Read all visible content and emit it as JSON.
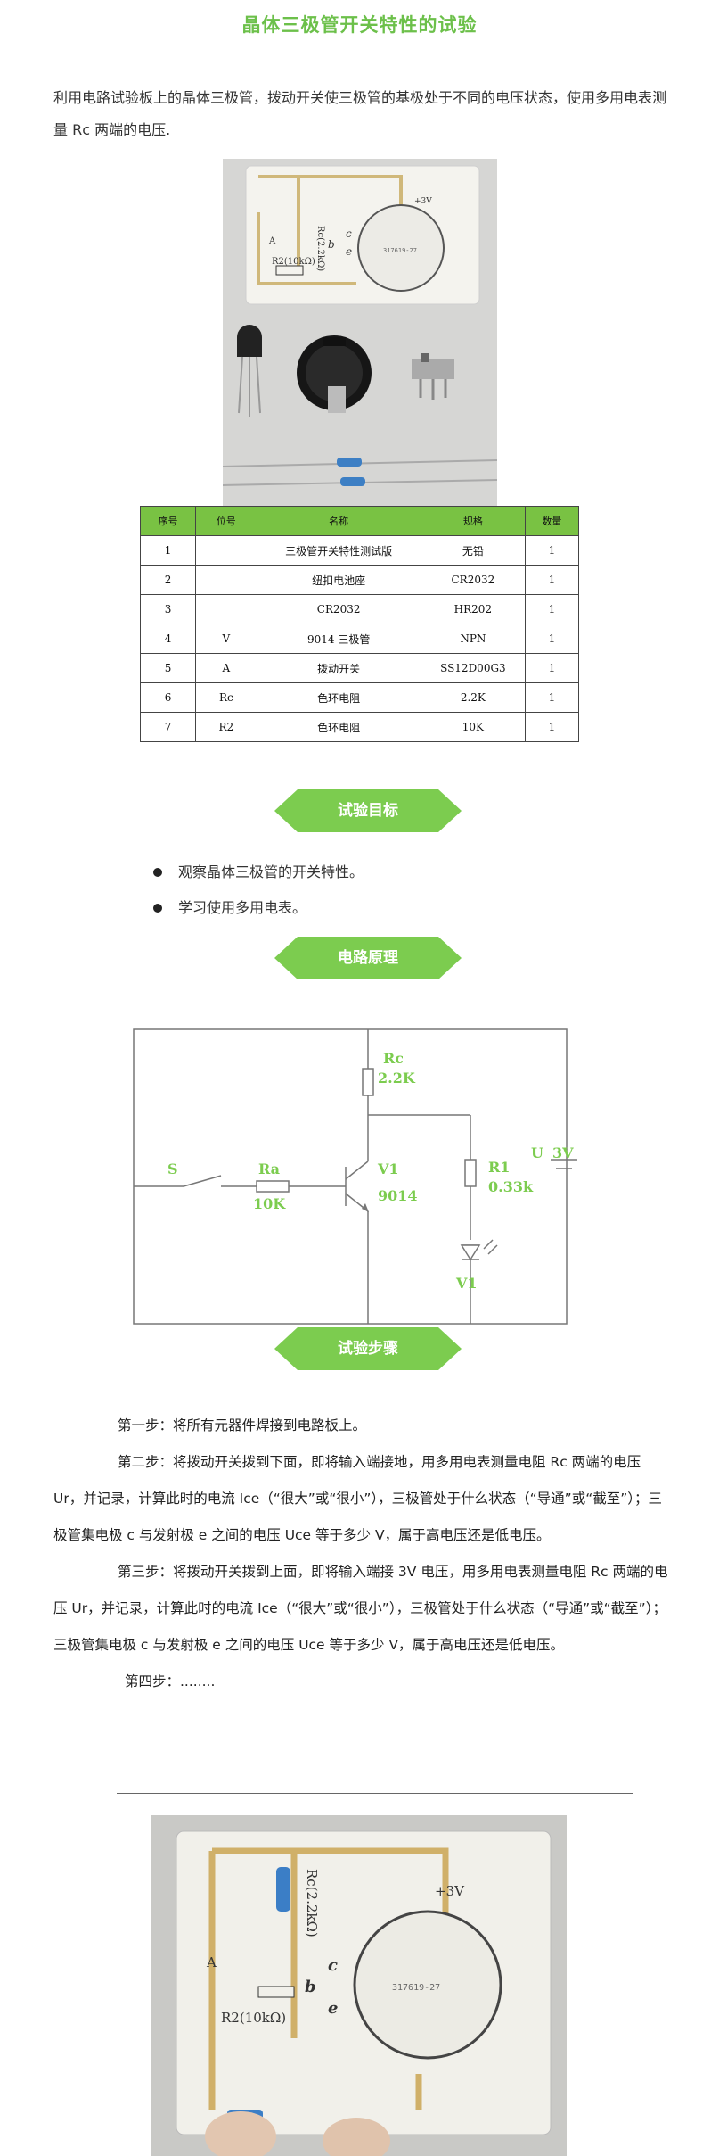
{
  "title": "晶体三极管开关特性的试验",
  "intro": "利用电路试验板上的晶体三极管，拨动开关使三极管的基极处于不同的电压状态，使用多用电表测量 Rc 两端的电压.",
  "photo1": {
    "board_label_rc": "Rc(2.2kΩ)",
    "board_label_r2": "R2(10kΩ)",
    "board_label_v": "+3V",
    "board_label_a": "A",
    "board_label_b": "b",
    "board_label_c": "c",
    "board_label_e": "e",
    "board_label_batt": "317619-27"
  },
  "table": {
    "headers": [
      "序号",
      "位号",
      "名称",
      "规格",
      "数量"
    ],
    "rows": [
      [
        "1",
        "",
        "三极管开关特性测试版",
        "无铅",
        "1"
      ],
      [
        "2",
        "",
        "纽扣电池座",
        "CR2032",
        "1"
      ],
      [
        "3",
        "",
        "CR2032",
        "HR202",
        "1"
      ],
      [
        "4",
        "V",
        "9014 三极管",
        "NPN",
        "1"
      ],
      [
        "5",
        "A",
        "拨动开关",
        "SS12D00G3",
        "1"
      ],
      [
        "6",
        "Rc",
        "色环电阻",
        "2.2K",
        "1"
      ],
      [
        "7",
        "R2",
        "色环电阻",
        "10K",
        "1"
      ]
    ]
  },
  "sections": {
    "goal": "试验目标",
    "principle": "电路原理",
    "steps": "试验步骤"
  },
  "goals": [
    "观察晶体三极管的开关特性。",
    "学习使用多用电表。"
  ],
  "circuit": {
    "rc_name": "Rc",
    "rc_val": "2.2K",
    "r1_name": "R1",
    "r1_val": "0.33k",
    "u_label": "U",
    "u_val": "3V",
    "s_label": "S",
    "ra_name": "Ra",
    "ra_val": "10K",
    "v1_name": "V1",
    "v1_val": "9014",
    "led_label": "V1"
  },
  "steps_text": [
    "第一步：将所有元器件焊接到电路板上。",
    "第二步：将拨动开关拨到下面，即将输入端接地，用多用电表测量电阻 Rc 两端的电压 Ur，并记录，计算此时的电流 Ice（“很大”或“很小”），三极管处于什么状态（“导通”或“截至”）；三极管集电极 c 与发射极 e 之间的电压 Uce 等于多少 V，属于高电压还是低电压。",
    "第三步：将拨动开关拨到上面，即将输入端接 3V 电压，用多用电表测量电阻 Rc 两端的电压 Ur，并记录，计算此时的电流 Ice（“很大”或“很小”），三极管处于什么状态（“导通”或“截至”）；三极管集电极 c 与发射极 e 之间的电压 Uce 等于多少 V，属于高电压还是低电压。",
    "第四步：........"
  ],
  "photo2": {
    "label_rc": "Rc(2.2kΩ)",
    "label_r2": "R2(10kΩ)",
    "label_v": "+3V",
    "label_a": "A",
    "label_b": "b",
    "label_c": "c",
    "label_e": "e",
    "label_batt": "317619-27"
  },
  "colors": {
    "accent": "#7ccc4f",
    "title": "#6cc04a",
    "table_header": "#79c243"
  }
}
